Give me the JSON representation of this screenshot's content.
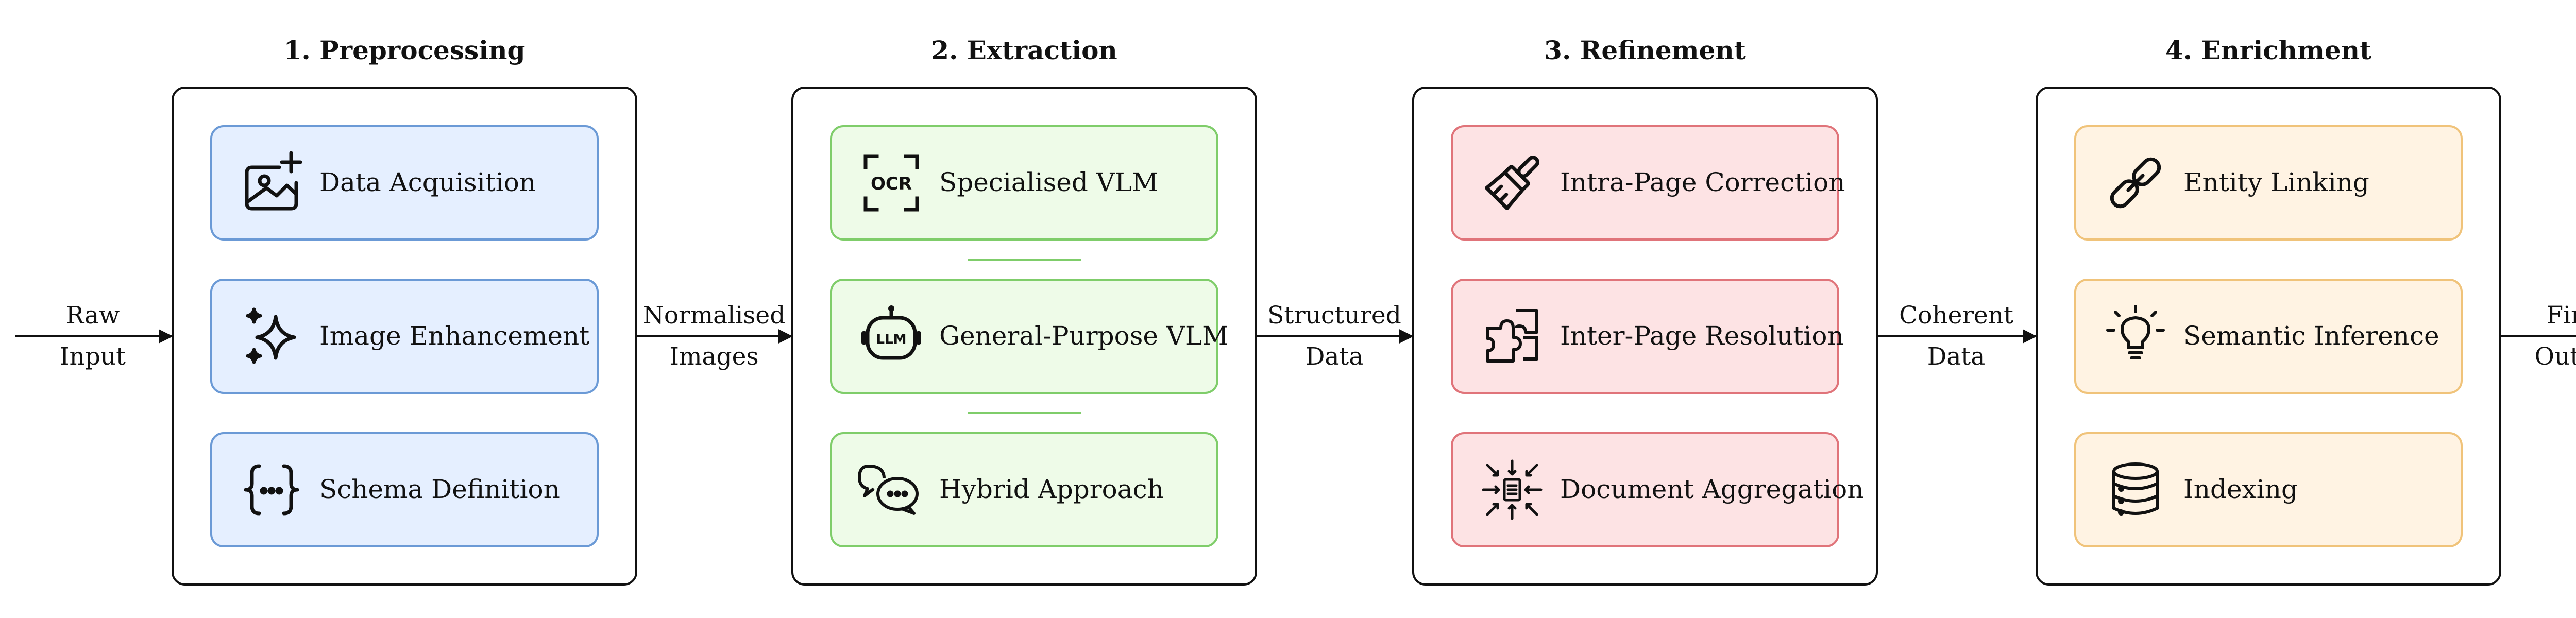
{
  "stages": [
    {
      "title": "1. Preprocessing",
      "color": {
        "fill": "#e5efff",
        "stroke": "#6b9ad6"
      },
      "items": [
        {
          "label": "Data Acquisition",
          "icon": "image-add-icon"
        },
        {
          "label": "Image Enhancement",
          "icon": "sparkles-icon"
        },
        {
          "label": "Schema Definition",
          "icon": "curly-braces-icon"
        }
      ]
    },
    {
      "title": "2. Extraction",
      "color": {
        "fill": "#eefbe8",
        "stroke": "#7fcd6a"
      },
      "items": [
        {
          "label": "Specialised VLM",
          "icon": "ocr-scan-icon"
        },
        {
          "label": "General-Purpose VLM",
          "icon": "llm-robot-icon"
        },
        {
          "label": "Hybrid Approach",
          "icon": "chat-bubbles-icon"
        }
      ]
    },
    {
      "title": "3. Refinement",
      "color": {
        "fill": "#fde3e4",
        "stroke": "#e0747a"
      },
      "items": [
        {
          "label": "Intra-Page Correction",
          "icon": "brush-icon"
        },
        {
          "label": "Inter-Page Resolution",
          "icon": "puzzle-icon"
        },
        {
          "label": "Document Aggregation",
          "icon": "aggregate-icon"
        }
      ]
    },
    {
      "title": "4. Enrichment",
      "color": {
        "fill": "#fff3e3",
        "stroke": "#f0c37a"
      },
      "items": [
        {
          "label": "Entity Linking",
          "icon": "link-icon"
        },
        {
          "label": "Semantic Inference",
          "icon": "lightbulb-icon"
        },
        {
          "label": "Indexing",
          "icon": "database-icon"
        }
      ]
    }
  ],
  "edges": [
    {
      "line1": "Raw",
      "line2": "Input"
    },
    {
      "line1": "Normalised",
      "line2": "Images"
    },
    {
      "line1": "Structured",
      "line2": "Data"
    },
    {
      "line1": "Coherent",
      "line2": "Data"
    },
    {
      "line1": "Final",
      "line2": "Output"
    }
  ]
}
